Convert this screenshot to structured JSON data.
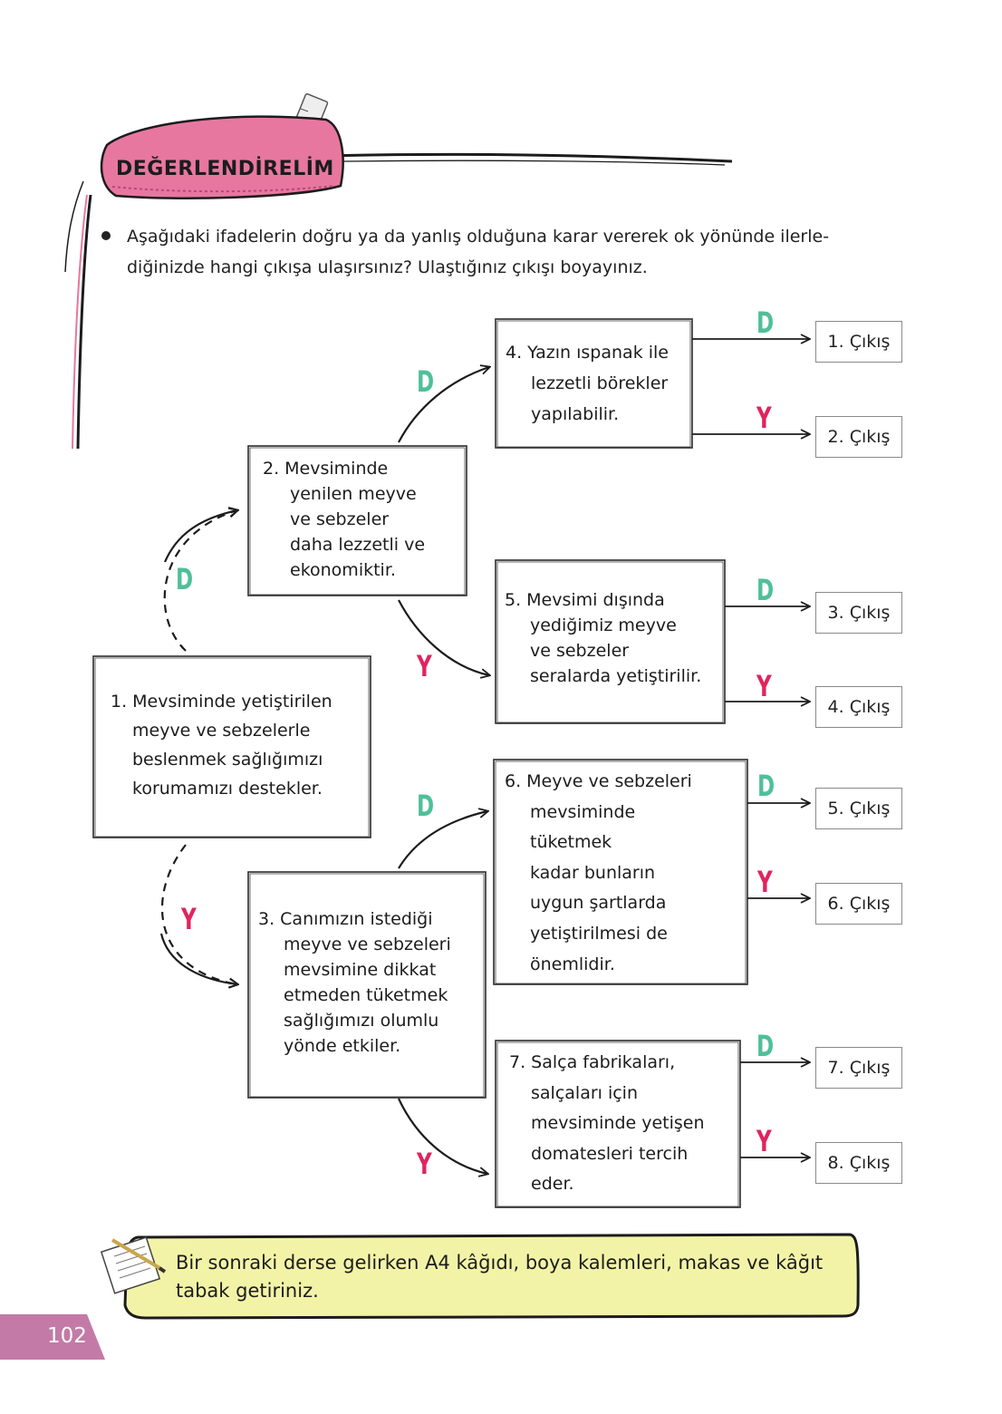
{
  "header": {
    "title": "DEĞERLENDİRELİM"
  },
  "instruction": {
    "lines": [
      "Aşağıdaki ifadelerin doğru ya da yanlış olduğuna karar vererek ok yönünde ilerle-",
      "diğinizde hangi çıkışa ulaşırsınız? Ulaştığınız çıkışı boyayınız."
    ]
  },
  "questions": [
    {
      "number": "1.",
      "lines": [
        "1. Mevsiminde yetiştirilen",
        "meyve ve sebzelerle",
        "beslenmek sağlığımızı",
        "korumamızı destekler."
      ]
    },
    {
      "number": "2.",
      "lines": [
        "2.  Mevsiminde",
        "yenilen meyve",
        "ve sebzeler",
        "daha lezzetli ve",
        "ekonomiktir."
      ]
    },
    {
      "number": "3.",
      "lines": [
        "3.  Canımızın istediği",
        "meyve ve sebzeleri",
        "mevsimine dikkat",
        "etmeden tüketmek",
        "sağlığımızı olumlu",
        "yönde etkiler."
      ]
    },
    {
      "number": "4.",
      "lines": [
        "4. Yazın ıspanak ile",
        "lezzetli börekler",
        "yapılabilir."
      ]
    },
    {
      "number": "5.",
      "lines": [
        "5.  Mevsimi dışında",
        "yediğimiz meyve",
        "ve sebzeler",
        "seralarda yetiştirilir."
      ]
    },
    {
      "number": "6.",
      "lines": [
        "6.  Meyve ve sebzeleri",
        "mevsiminde",
        "tüketmek",
        "kadar bunların",
        "uygun şartlarda",
        "yetiştirilmesi de",
        "önemlidir."
      ]
    },
    {
      "number": "7.",
      "lines": [
        "7. Salça fabrikaları,",
        "salçaları için",
        "mevsiminde yetişen",
        "domatesleri tercih",
        "eder."
      ]
    }
  ],
  "labels": {
    "true": "D",
    "false": "Y"
  },
  "exits": [
    "1. Çıkış",
    "2. Çıkış",
    "3. Çıkış",
    "4. Çıkış",
    "5. Çıkış",
    "6. Çıkış",
    "7. Çıkış",
    "8. Çıkış"
  ],
  "note": {
    "lines": [
      "Bir sonraki derse gelirken A4 kâğıdı, boya kalemleri, makas ve kâğıt",
      "tabak getiriniz."
    ]
  },
  "page": {
    "number": "102"
  },
  "colors": {
    "banner_pink": "#e8779f",
    "true_green": "#4fbf9a",
    "false_red": "#e0245e",
    "note_yellow": "#f3f3a8",
    "page_tab": "#c47aa6"
  }
}
